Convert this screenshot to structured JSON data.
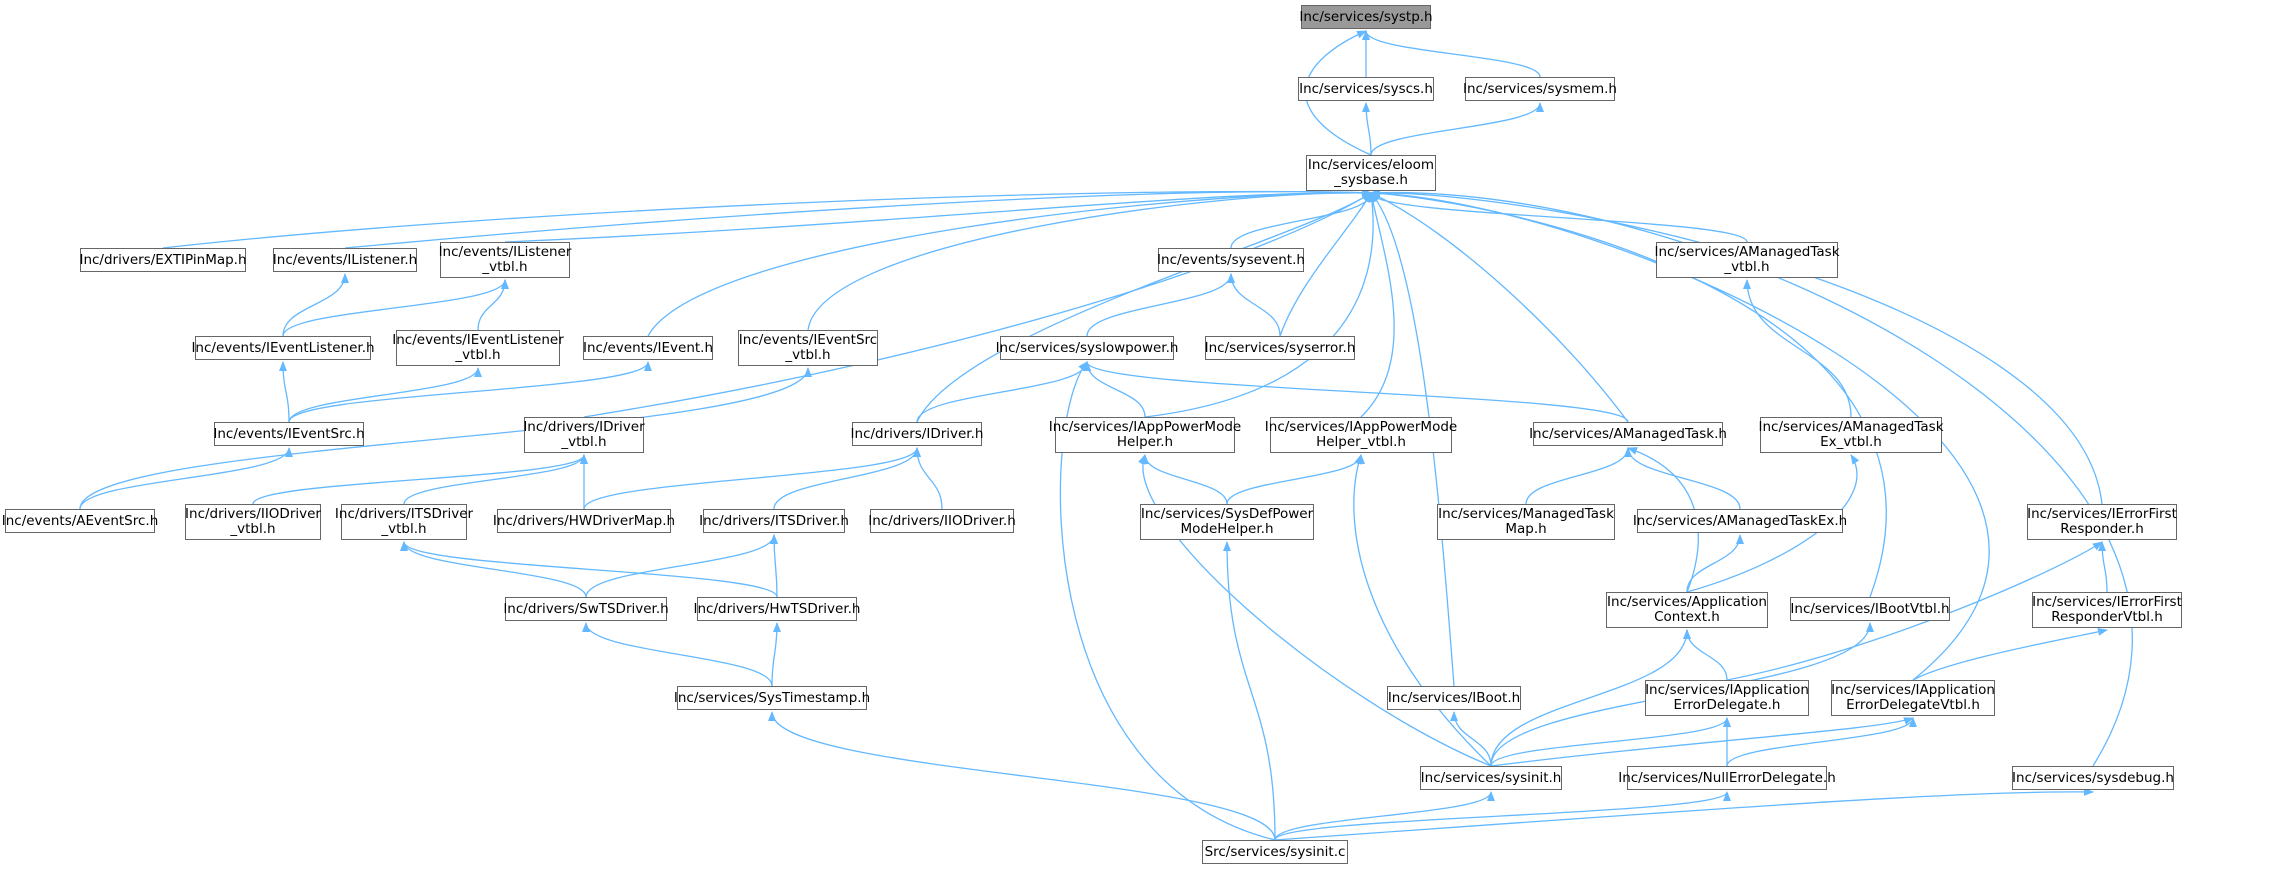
{
  "edge_color": "#63b8ff",
  "root_fill": "#999999",
  "node_border": "#666666",
  "nodes": {
    "systp": {
      "label": "Inc/services/systp.h",
      "root": true
    },
    "syscs": {
      "label": "Inc/services/syscs.h"
    },
    "sysmem": {
      "label": "Inc/services/sysmem.h"
    },
    "eloom": {
      "label": "Inc/services/eloom\n_sysbase.h"
    },
    "extipin": {
      "label": "Inc/drivers/EXTIPinMap.h"
    },
    "ilistener": {
      "label": "Inc/events/IListener.h"
    },
    "ilistener_vtbl": {
      "label": "Inc/events/IListener\n_vtbl.h"
    },
    "ieventlistener": {
      "label": "Inc/events/IEventListener.h"
    },
    "ieventlistener_vtbl": {
      "label": "Inc/events/IEventListener\n_vtbl.h"
    },
    "ievent": {
      "label": "Inc/events/IEvent.h"
    },
    "ieventsrc_vtbl": {
      "label": "Inc/events/IEventSrc\n_vtbl.h"
    },
    "ieventsrc": {
      "label": "Inc/events/IEventSrc.h"
    },
    "aeventsrc": {
      "label": "Inc/events/AEventSrc.h"
    },
    "idriver_vtbl": {
      "label": "Inc/drivers/IDriver\n_vtbl.h"
    },
    "iiodriver_vtbl": {
      "label": "Inc/drivers/IIODriver\n_vtbl.h"
    },
    "itsdriver_vtbl": {
      "label": "Inc/drivers/ITSDriver\n_vtbl.h"
    },
    "hwdrivermap": {
      "label": "Inc/drivers/HWDriverMap.h"
    },
    "swtsdriver": {
      "label": "Inc/drivers/SwTSDriver.h"
    },
    "hwtsdriver": {
      "label": "Inc/drivers/HwTSDriver.h"
    },
    "idriver": {
      "label": "Inc/drivers/IDriver.h"
    },
    "itsdriver": {
      "label": "Inc/drivers/ITSDriver.h"
    },
    "iiodriver": {
      "label": "Inc/drivers/IIODriver.h"
    },
    "systimestamp": {
      "label": "Inc/services/SysTimestamp.h"
    },
    "sysevent": {
      "label": "Inc/events/sysevent.h"
    },
    "syslowpower": {
      "label": "Inc/services/syslowpower.h"
    },
    "syserror": {
      "label": "Inc/services/syserror.h"
    },
    "iapppowermode": {
      "label": "Inc/services/IAppPowerMode\nHelper.h"
    },
    "iapppowermode_vtbl": {
      "label": "Inc/services/IAppPowerMode\nHelper_vtbl.h"
    },
    "sysdefpower": {
      "label": "Inc/services/SysDefPower\nModeHelper.h"
    },
    "amanagedtask_vtbl": {
      "label": "Inc/services/AManagedTask\n_vtbl.h"
    },
    "amanagedtask": {
      "label": "Inc/services/AManagedTask.h"
    },
    "amanagedtaskex_vtbl": {
      "label": "Inc/services/AManagedTask\nEx_vtbl.h"
    },
    "managedtaskmap": {
      "label": "Inc/services/ManagedTask\nMap.h"
    },
    "amanagedtaskex": {
      "label": "Inc/services/AManagedTaskEx.h"
    },
    "appcontext": {
      "label": "Inc/services/Application\nContext.h"
    },
    "iboot": {
      "label": "Inc/services/IBoot.h"
    },
    "ibootvtbl": {
      "label": "Inc/services/IBootVtbl.h"
    },
    "iapperrordelegate": {
      "label": "Inc/services/IApplication\nErrorDelegate.h"
    },
    "iapperrordelegatevtbl": {
      "label": "Inc/services/IApplication\nErrorDelegateVtbl.h"
    },
    "ierrorfirst": {
      "label": "Inc/services/IErrorFirst\nResponder.h"
    },
    "ierrorfirstvtbl": {
      "label": "Inc/services/IErrorFirst\nResponderVtbl.h"
    },
    "sysinit_h": {
      "label": "Inc/services/sysinit.h"
    },
    "nullerror": {
      "label": "Inc/services/NullErrorDelegate.h"
    },
    "sysdebug": {
      "label": "Inc/services/sysdebug.h"
    },
    "sysinit_c": {
      "label": "Src/services/sysinit.c"
    }
  }
}
